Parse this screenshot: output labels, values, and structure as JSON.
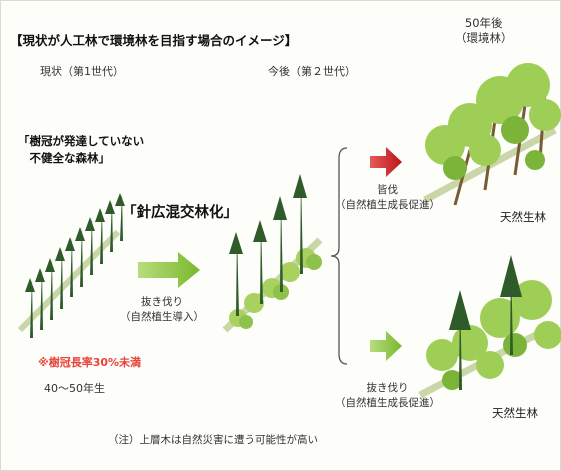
{
  "title": "【現状が人工林で環境林を目指す場合のイメージ】",
  "stage_current": "現状（第1世代）",
  "stage_next": "今後（第２世代）",
  "stage_future_line1": "50年後",
  "stage_future_line2": "（環境林）",
  "current_desc_line1": "「樹冠が発達していない",
  "current_desc_line2": "　不健全な森林」",
  "mixed_forest": "「針広混交林化」",
  "thinning_line1": "抜き伐り",
  "thinning_line2": "（自然植生導入）",
  "crown_ratio_note": "※樹冠長率30%未満",
  "age_range": "40〜50年生",
  "clearcut_line1": "皆伐",
  "clearcut_line2": "（自然植生成長促進）",
  "natural_forest_top": "天然生林",
  "thinning2_line1": "抜き伐り",
  "thinning2_line2": "（自然植生成長促進）",
  "natural_forest_bottom": "天然生林",
  "footnote": "（注）上層木は自然災害に遭う可能性が高い",
  "colors": {
    "arrow_green": "#8cc63f",
    "arrow_red": "#d8242a",
    "crown_note": "#e8443c",
    "conifer": "#2f5a2a",
    "broadleaf": "#9fce56"
  }
}
